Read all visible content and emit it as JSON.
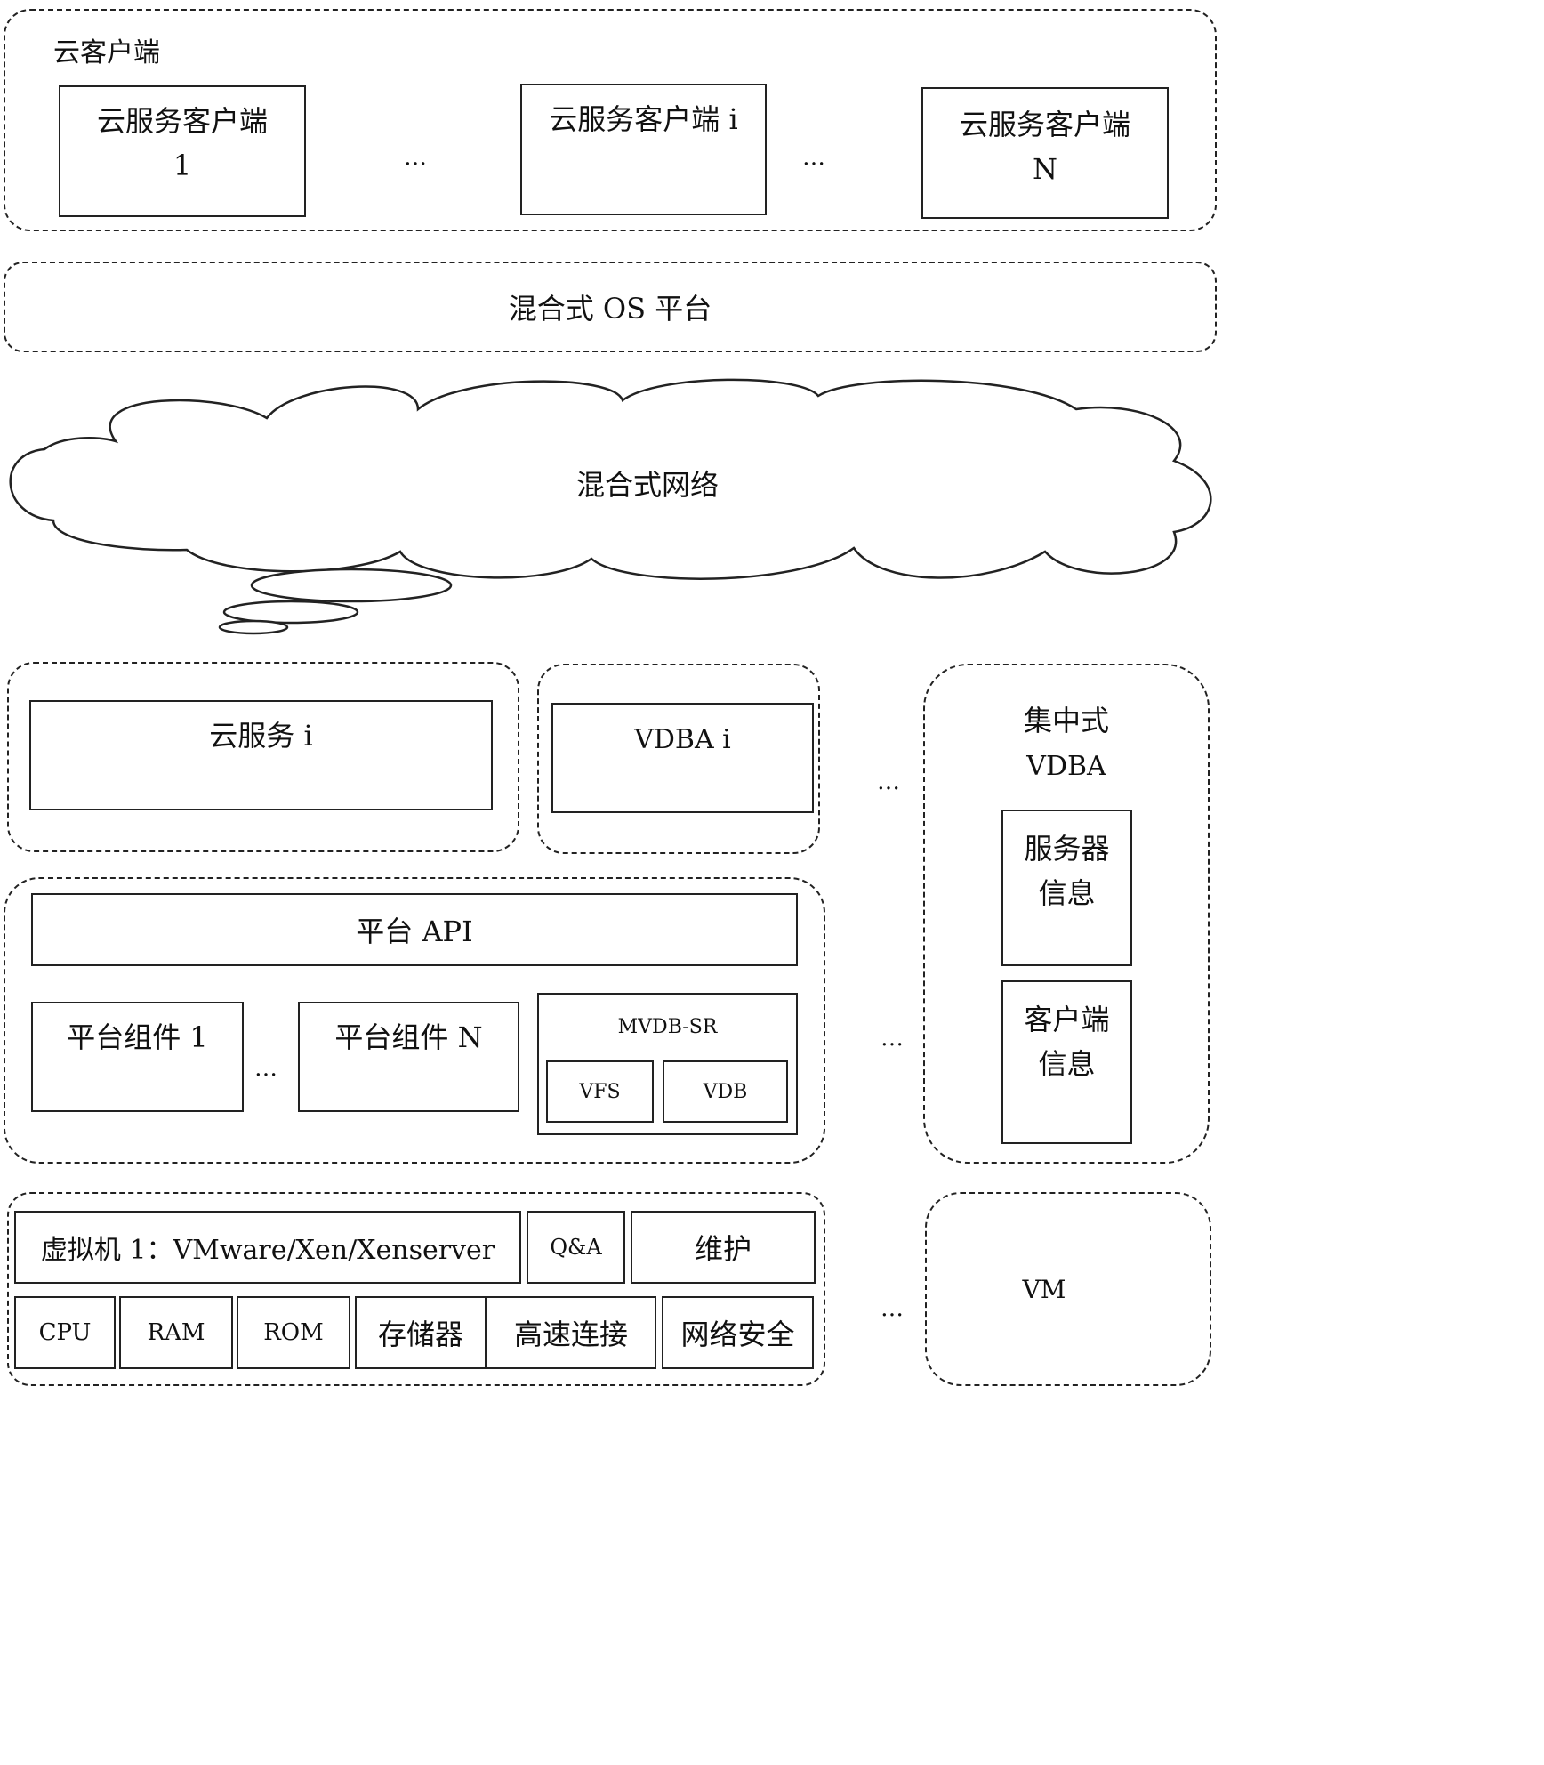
{
  "cloud_client": {
    "title": "云客户端",
    "item1": {
      "line1": "云服务客户端",
      "line2": "1"
    },
    "item_i": {
      "line1": "云服务客户端 i"
    },
    "itemN": {
      "line1": "云服务客户端",
      "line2": "N"
    },
    "ellipsis": "…"
  },
  "os_platform": {
    "label": "混合式 OS 平台"
  },
  "network": {
    "label": "混合式网络"
  },
  "cloud_service": {
    "label": "云服务 i"
  },
  "vdba": {
    "label": "VDBA i"
  },
  "ellipsis": "…",
  "central_vdba": {
    "title_line1": "集中式",
    "title_line2": "VDBA",
    "server_info": {
      "line1": "服务器",
      "line2": "信息"
    },
    "client_info": {
      "line1": "客户端",
      "line2": "信息"
    }
  },
  "platform": {
    "api": "平台 API",
    "component1": "平台组件 1",
    "componentN": "平台组件 N",
    "mvdb": {
      "title": "MVDB-SR",
      "vfs": "VFS",
      "vdb": "VDB"
    }
  },
  "hardware": {
    "vm": "虚拟机 1：VMware/Xen/Xenserver",
    "qa": "Q&A",
    "maintenance": "维护",
    "cpu": "CPU",
    "ram": "RAM",
    "rom": "ROM",
    "storage": "存储器",
    "highspeed": "高速连接",
    "security": "网络安全"
  },
  "vm_group": {
    "label": "VM"
  }
}
